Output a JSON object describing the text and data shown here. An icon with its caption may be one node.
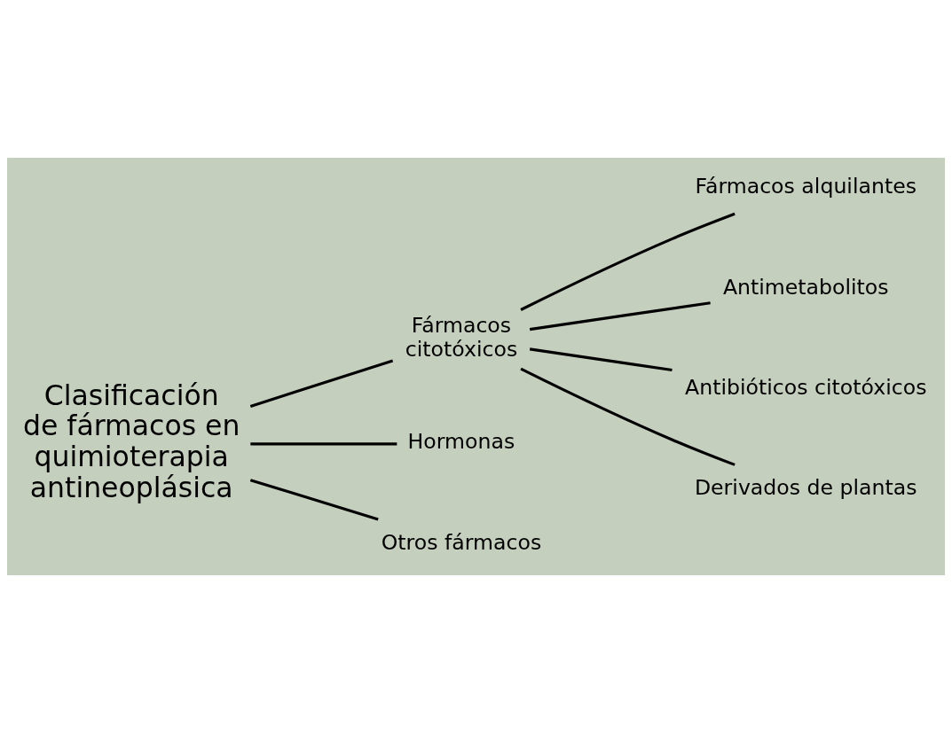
{
  "diagram": {
    "nodes": [
      {
        "text": [
          "Clasificación de fármacos en quimioterapia antineoplásica"
        ]
      },
      {
        "text": [
          "Fármacos citotóxicos"
        ]
      },
      {
        "text": [
          "Hormonas"
        ]
      },
      {
        "text": [
          "Otros fármacos"
        ]
      },
      {
        "text": [
          "Fármacos alquilantes"
        ]
      },
      {
        "text": [
          "Antimetabolitos"
        ]
      },
      {
        "text": [
          "Antibióticos citotóxicos"
        ]
      },
      {
        "text": [
          "Derivados de plantas"
        ]
      }
    ],
    "edges": [
      {
        "from": 0,
        "to": 1,
        "arrow": "none"
      },
      {
        "from": 0,
        "to": 2,
        "arrow": "none"
      },
      {
        "from": 0,
        "to": 3,
        "arrow": "none"
      },
      {
        "from": 1,
        "to": 4,
        "arrow": "none"
      },
      {
        "from": 1,
        "to": 5,
        "arrow": "none"
      },
      {
        "from": 1,
        "to": 6,
        "arrow": "none"
      },
      {
        "from": 1,
        "to": 7,
        "arrow": "none"
      }
    ]
  }
}
